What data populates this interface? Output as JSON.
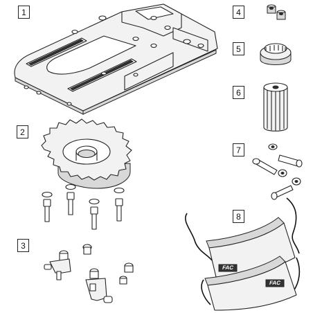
{
  "labels": {
    "p1": "1",
    "p2": "2",
    "p3": "3",
    "p4": "4",
    "p5": "5",
    "p6": "6",
    "p7": "7",
    "p8": "8"
  },
  "logo_text": "FAC"
}
